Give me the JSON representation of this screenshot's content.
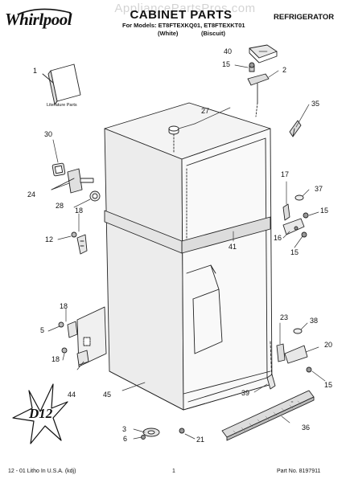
{
  "header": {
    "brand": "Whirlpool",
    "watermark": "AppliancePartsPros.com",
    "title": "CABINET PARTS",
    "doc_type": "REFRIGERATOR",
    "models_prefix": "For Models:",
    "models_list": "ET8FTEXKQ01, ET8FTEXKT01",
    "variant_white": "(White)",
    "variant_biscuit": "(Biscuit)"
  },
  "booklet_caption": "Literature Parts",
  "badge_text": "D12",
  "callouts": {
    "c1": "1",
    "c2": "2",
    "c3": "3",
    "c5": "5",
    "c6": "6",
    "c12": "12",
    "c15a": "15",
    "c15b": "15",
    "c15c": "15",
    "c15d": "15",
    "c16": "16",
    "c17": "17",
    "c18a": "18",
    "c18b": "18",
    "c18c": "18",
    "c20": "20",
    "c21": "21",
    "c23": "23",
    "c24": "24",
    "c27": "27",
    "c28": "28",
    "c30": "30",
    "c35": "35",
    "c36": "36",
    "c37": "37",
    "c38": "38",
    "c39": "39",
    "c40": "40",
    "c41": "41",
    "c44": "44",
    "c45": "45"
  },
  "footer": {
    "print_info": "12 - 01 Litho In U.S.A. (kdj)",
    "page": "1",
    "part_no": "Part No. 8197911"
  }
}
